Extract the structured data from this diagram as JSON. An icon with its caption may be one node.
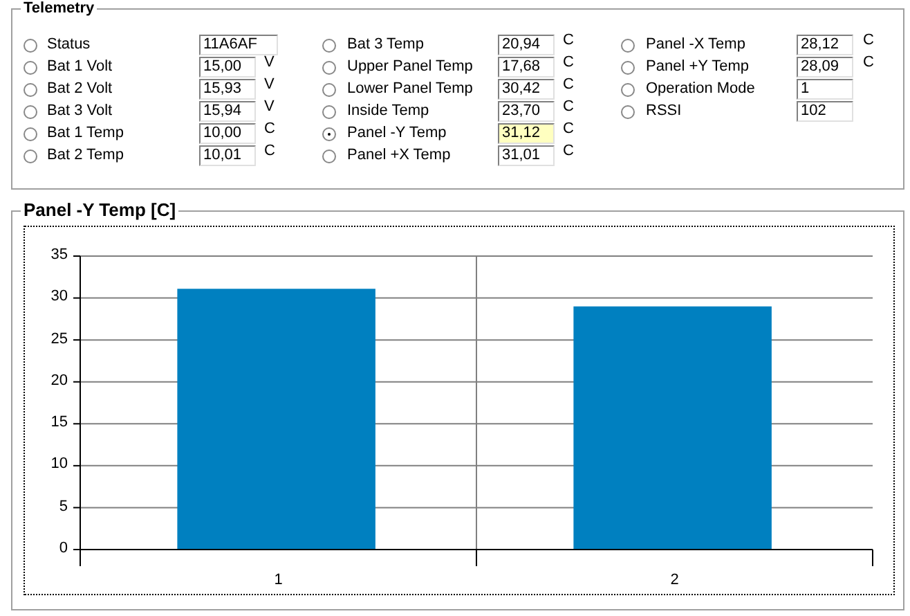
{
  "diagram": {
    "nodes": [
      {
        "text": [
          "Telemetry"
        ]
      },
      {
        "text": [
          "Panel -Y Temp [C]"
        ]
      }
    ],
    "labels": [
      "Status",
      "11A6AF",
      "Bat 3 Temp",
      "20,94",
      "C",
      "Panel -X Temp",
      "28,12",
      "C",
      "Bat 1 Volt",
      "15,00",
      "V",
      "Upper Panel Temp",
      "17,68",
      "C",
      "Panel +Y Temp",
      "28,09",
      "C",
      "Bat 2 Volt",
      "15,93",
      "V",
      "Lower Panel Temp",
      "30,42",
      "C",
      "Operation Mode",
      "1",
      "Bat 3 Volt",
      "15,94",
      "V",
      "Inside Temp",
      "23,70",
      "C",
      "RSSI",
      "102",
      "Bat 1 Temp",
      "10,00",
      "C",
      "Panel -Y Temp",
      "31,12",
      "C",
      "Bat 2 Temp",
      "10,01",
      "C",
      "Panel +X Temp",
      "31,01",
      "C"
    ],
    "chart_data": {
      "type": "bar",
      "categories": [
        "1",
        "2"
      ],
      "values": [
        31.1,
        29.0
      ],
      "ylim": [
        0,
        35
      ],
      "yticks": [
        0,
        5,
        10,
        15,
        20,
        25,
        30,
        35
      ],
      "grid": true
    }
  }
}
